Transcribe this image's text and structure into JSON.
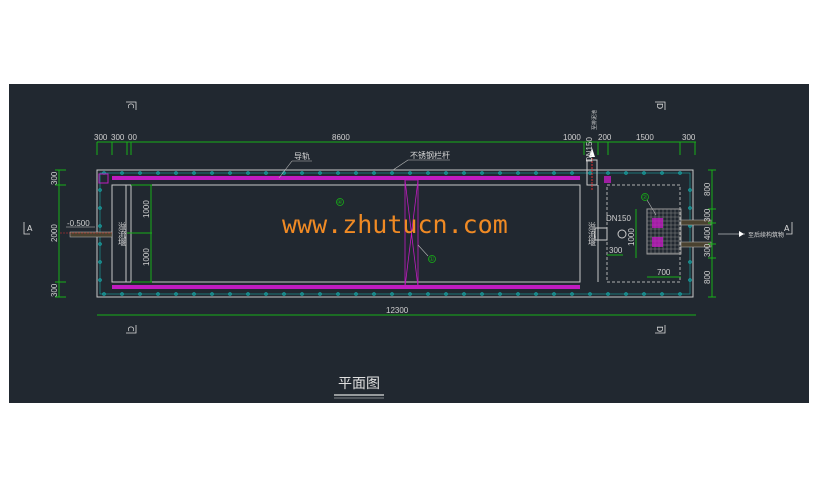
{
  "drawing": {
    "title": "平面图",
    "watermark": "www.zhutucn.com",
    "colors": {
      "background": "#212830",
      "rail": "#c01cc0",
      "dim": "#18b018",
      "wall": "#c8c8c8",
      "dots": "#17a6a6",
      "watermark": "#f08a24"
    },
    "section_marks": {
      "top_left": "C",
      "top_right": "D",
      "bottom_left": "C",
      "bottom_right": "D",
      "left": "A",
      "right": "A"
    },
    "labels": {
      "guide_rail": "导轨",
      "railing": "不锈钢栏杆",
      "weir_left": "溢流堰",
      "weir_right": "溢流堰",
      "elevation": "-0.500",
      "pipe_top": "DN150",
      "pipe_right": "DN150",
      "outlet_top": "至排泥池",
      "outlet_right": "至后续构筑物",
      "marker_1": "①",
      "marker_2": "②",
      "marker_4": "④"
    },
    "dims_top": [
      "300",
      "300",
      "00",
      "8600",
      "1000",
      "200",
      "1500",
      "300"
    ],
    "dims_left": [
      "300",
      "2000",
      "300"
    ],
    "dims_inner": [
      "1000",
      "1000"
    ],
    "dims_right": [
      "800",
      "300",
      "400",
      "300",
      "800"
    ],
    "dims_chamber": {
      "width_300": "300",
      "height_1000": "1000",
      "screen_700": "700"
    },
    "dim_bottom": "12300"
  }
}
